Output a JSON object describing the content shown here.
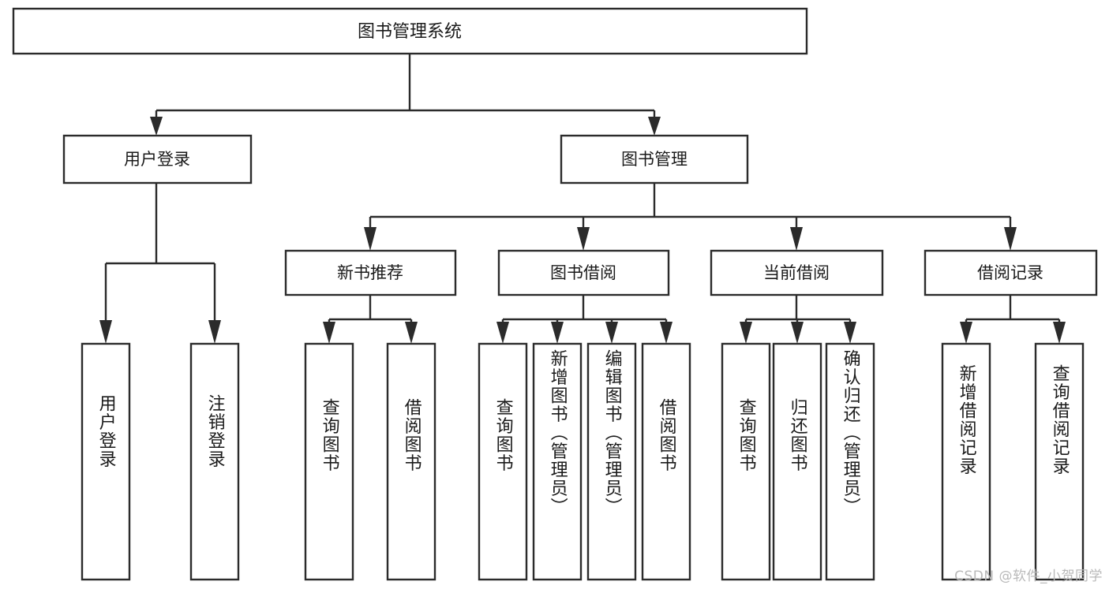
{
  "diagram": {
    "type": "tree-hierarchy",
    "orientation": "top-down",
    "root": {
      "label": "图书管理系统"
    },
    "level1": [
      {
        "label": "用户登录"
      },
      {
        "label": "图书管理"
      }
    ],
    "level2": [
      {
        "label": "新书推荐",
        "parent": "图书管理"
      },
      {
        "label": "图书借阅",
        "parent": "图书管理"
      },
      {
        "label": "当前借阅",
        "parent": "图书管理"
      },
      {
        "label": "借阅记录",
        "parent": "图书管理"
      }
    ],
    "leaves": {
      "user_login": [
        {
          "label": "用户登录"
        },
        {
          "label": "注销登录"
        }
      ],
      "new_book_recommend": [
        {
          "label": "查询图书"
        },
        {
          "label": "借阅图书"
        }
      ],
      "book_borrow": [
        {
          "label": "查询图书"
        },
        {
          "label": "新增图书（管理员）"
        },
        {
          "label": "编辑图书（管理员）"
        },
        {
          "label": "借阅图书"
        }
      ],
      "current_borrow": [
        {
          "label": "查询图书"
        },
        {
          "label": "归还图书"
        },
        {
          "label": "确认归还（管理员）"
        }
      ],
      "borrow_record": [
        {
          "label": "新增借阅记录"
        },
        {
          "label": "查询借阅记录"
        }
      ]
    },
    "watermark": "CSDN @软件_小贺同学",
    "colors": {
      "stroke": "#2b2b2b",
      "box_fill": "#ffffff",
      "text": "#1a1a1a",
      "background": "#ffffff",
      "watermark": "#b9b9b9"
    }
  }
}
